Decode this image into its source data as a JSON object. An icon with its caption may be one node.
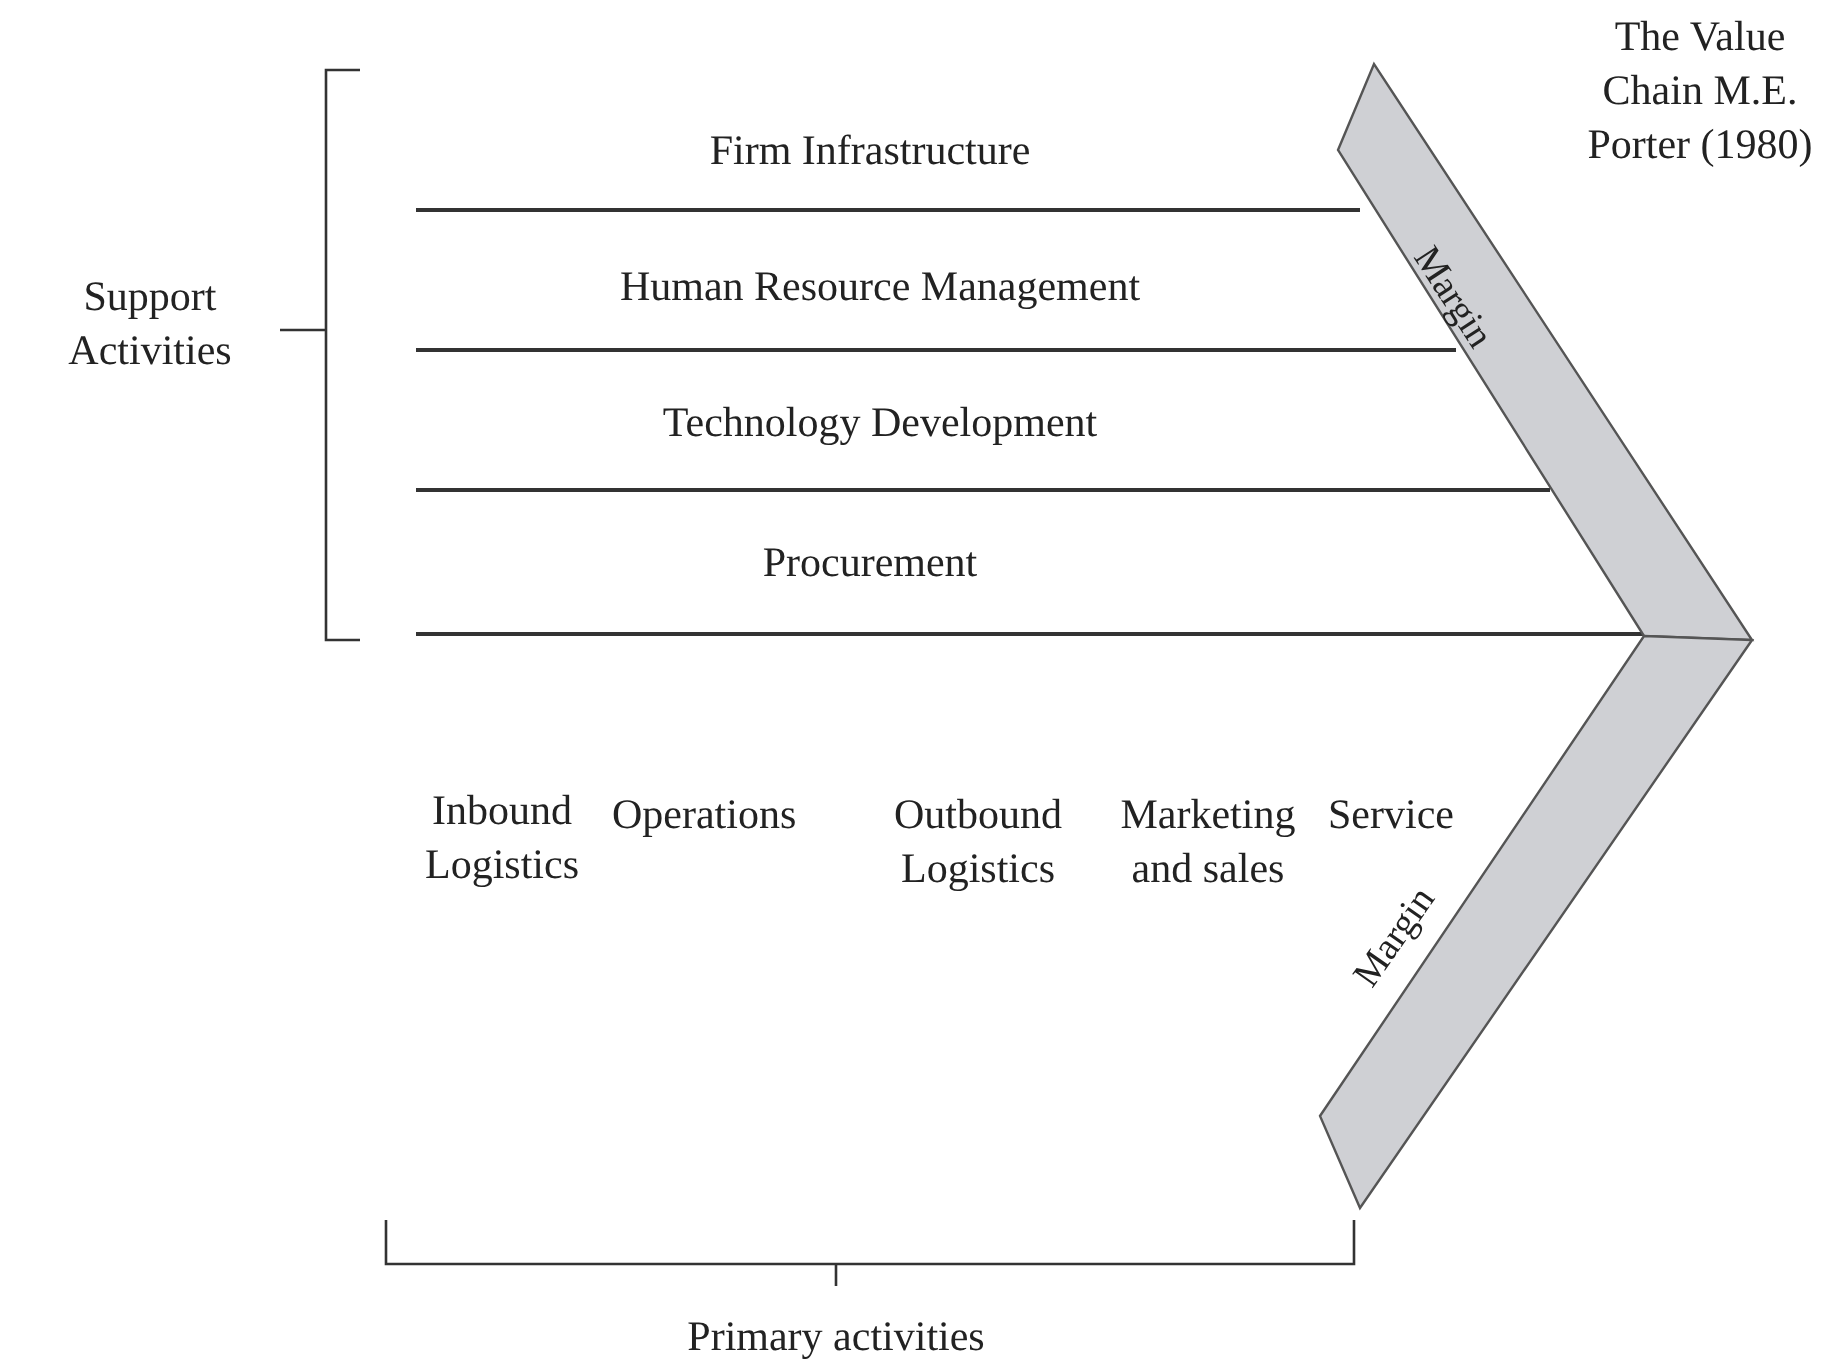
{
  "diagram": {
    "title": "The Value Chain M.E. Porter (1980)",
    "nodes": [
      {
        "text": [
          "Margin"
        ]
      },
      {
        "text": [
          "Margin"
        ]
      }
    ],
    "labels": [
      "Support Activities",
      "Firm Infrastructure",
      "Human Resource Management",
      "Technology Development",
      "Procurement",
      "Inbound Logistics",
      "Operations",
      "Outbound Logistics",
      "Marketing and sales",
      "Service",
      "Primary activities"
    ]
  }
}
